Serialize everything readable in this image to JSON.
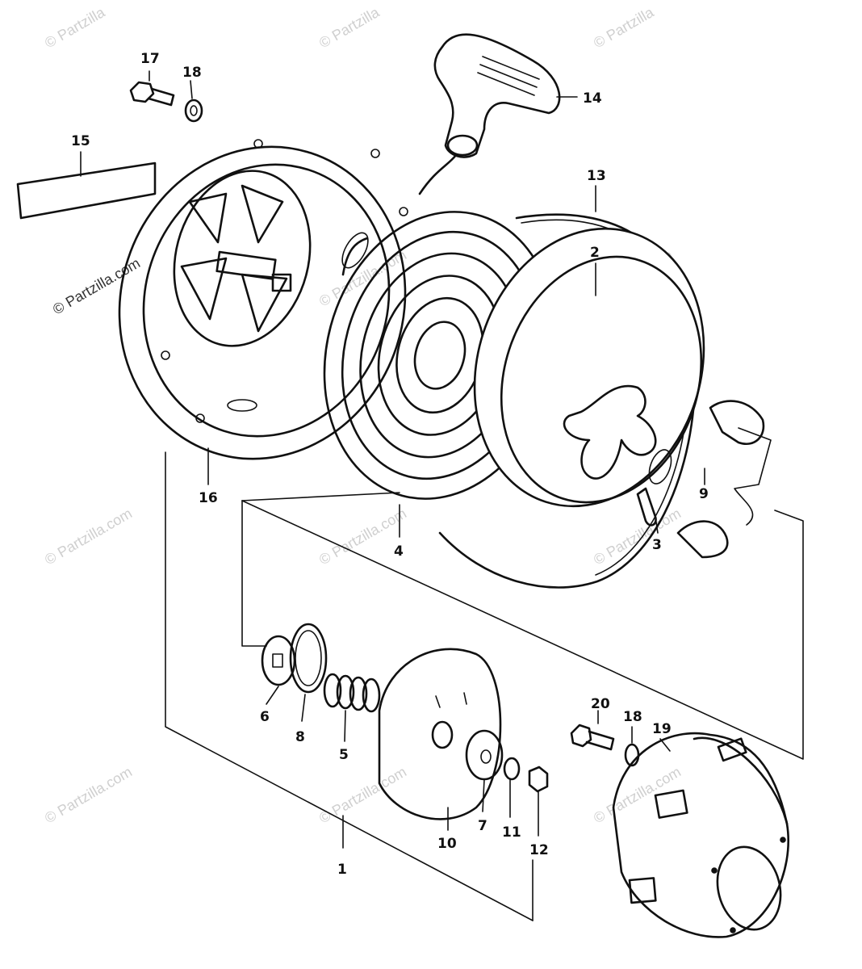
{
  "watermark": "© Partzilla.com",
  "watermark_short": "© Partzilla",
  "callouts": {
    "c1": "1",
    "c2": "2",
    "c3": "3",
    "c4": "4",
    "c5": "5",
    "c6": "6",
    "c7": "7",
    "c8": "8",
    "c9": "9",
    "c10": "10",
    "c11": "11",
    "c12": "12",
    "c13": "13",
    "c14": "14",
    "c15": "15",
    "c16": "16",
    "c17": "17",
    "c18a": "18",
    "c18b": "18",
    "c19": "19",
    "c20": "20"
  }
}
